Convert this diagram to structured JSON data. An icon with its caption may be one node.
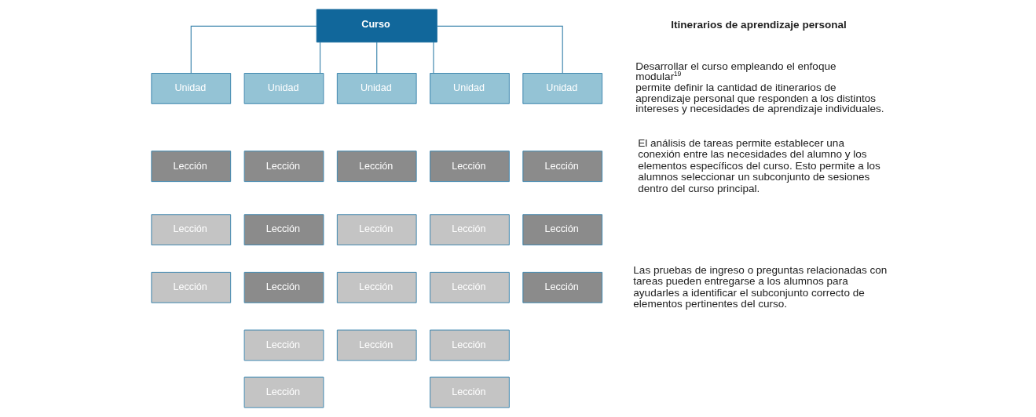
{
  "diagram": {
    "nodes": [
      {
        "text": [
          "Curso"
        ]
      },
      {
        "text": [
          "Unidad"
        ]
      },
      {
        "text": [
          "Unidad"
        ]
      },
      {
        "text": [
          "Unidad"
        ]
      },
      {
        "text": [
          "Unidad"
        ]
      },
      {
        "text": [
          "Unidad"
        ]
      },
      {
        "text": [
          "Lección"
        ]
      },
      {
        "text": [
          "Lección"
        ]
      },
      {
        "text": [
          "Lección"
        ]
      },
      {
        "text": [
          "Lección"
        ]
      },
      {
        "text": [
          "Lección"
        ]
      },
      {
        "text": [
          "Lección"
        ]
      },
      {
        "text": [
          "Lección"
        ]
      },
      {
        "text": [
          "Lección"
        ]
      },
      {
        "text": [
          "Lección"
        ]
      },
      {
        "text": [
          "Lección"
        ]
      },
      {
        "text": [
          "Lección"
        ]
      },
      {
        "text": [
          "Lección"
        ]
      },
      {
        "text": [
          "Lección"
        ]
      },
      {
        "text": [
          "Lección"
        ]
      },
      {
        "text": [
          "Lección"
        ]
      },
      {
        "text": [
          "Lección"
        ]
      },
      {
        "text": [
          "Lección"
        ]
      },
      {
        "text": [
          "Lección"
        ]
      },
      {
        "text": [
          "Lección"
        ]
      },
      {
        "text": [
          "Lección"
        ]
      }
    ],
    "edges": [
      {
        "from": 0,
        "to": 1,
        "arrow": "none"
      },
      {
        "from": 0,
        "to": 2,
        "arrow": "none"
      },
      {
        "from": 0,
        "to": 3,
        "arrow": "none"
      },
      {
        "from": 0,
        "to": 4,
        "arrow": "none"
      },
      {
        "from": 0,
        "to": 5,
        "arrow": "none"
      }
    ],
    "labels": [
      "Itinerarios de aprendizaje personal",
      "Desarrollar el curso empleando el enfoque modular$^{19}$ permite definir la cantidad de itinerarios de aprendizaje personal que responden a los distintos intereses y necesidades de aprendizaje individuales.",
      "El análisis de tareas permite establecer una conexión entre las necesidades del alumno y los elementos específicos del curso. Esto permite a los alumnos seleccionar un subconjunto de sesiones dentro del curso principal.",
      "Las pruebas de ingreso o preguntas relacionadas con tareas pueden entregarse a los alumnos para ayudarles a identificar el subconjunto correcto de elementos pertinentes del curso."
    ]
  }
}
